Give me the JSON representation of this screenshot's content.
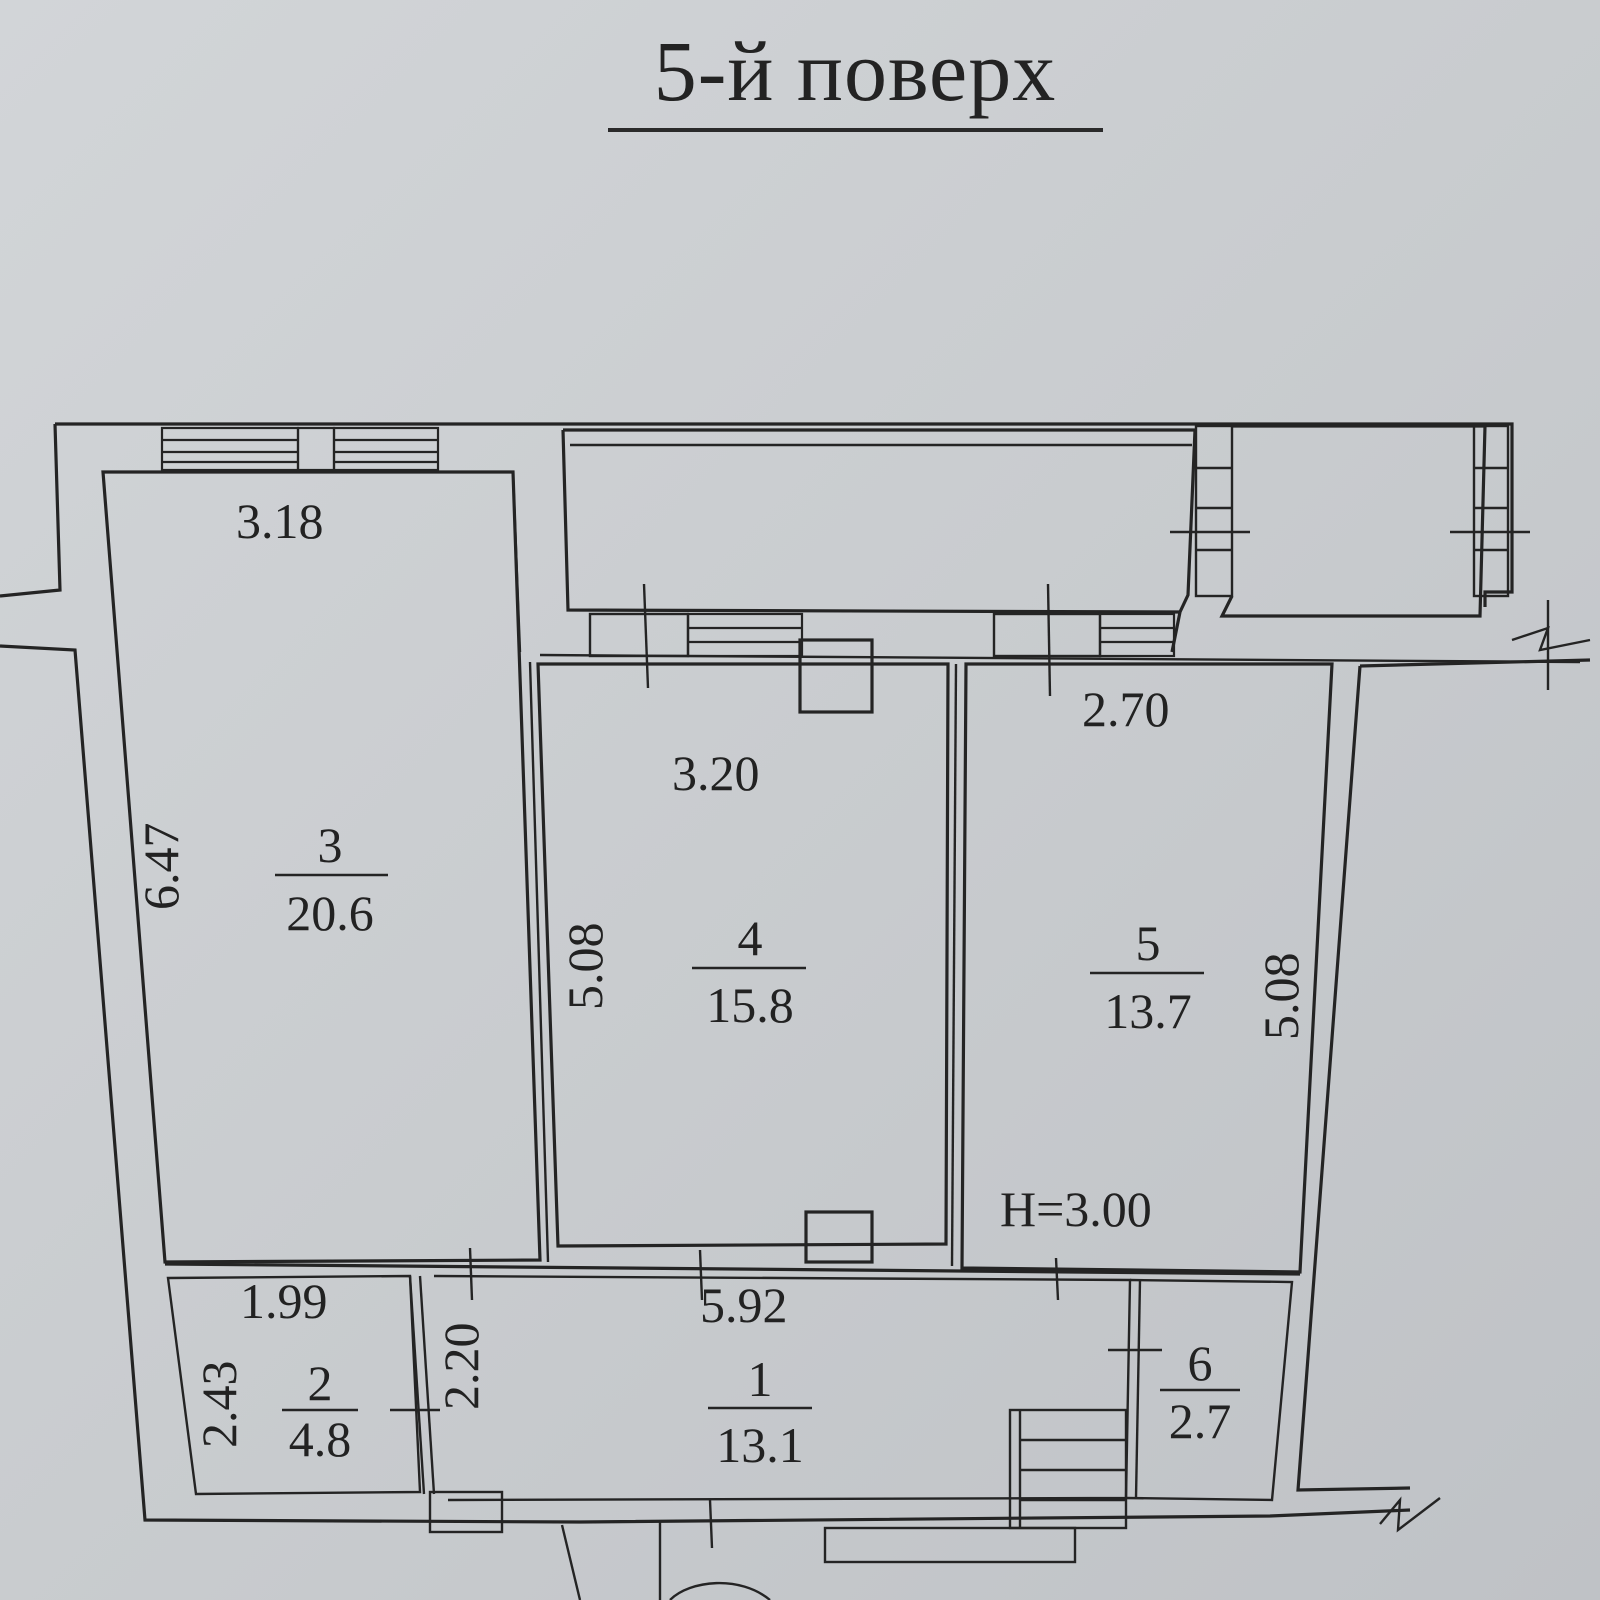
{
  "title": "5-й поверх",
  "ceiling_height": "H=3.00",
  "rooms": [
    {
      "number": "1",
      "area": "13.1"
    },
    {
      "number": "2",
      "area": "4.8"
    },
    {
      "number": "3",
      "area": "20.6"
    },
    {
      "number": "4",
      "area": "15.8"
    },
    {
      "number": "5",
      "area": "13.7"
    },
    {
      "number": "6",
      "area": "2.7"
    }
  ],
  "dimensions": {
    "room3_width": "3.18",
    "room3_length": "6.47",
    "room4_width": "3.20",
    "room4_length": "5.08",
    "room5_width": "2.70",
    "room5_length": "5.08",
    "room2_width": "1.99",
    "room2_length": "2.43",
    "room1_width": "5.92",
    "room1_length": "2.20"
  }
}
